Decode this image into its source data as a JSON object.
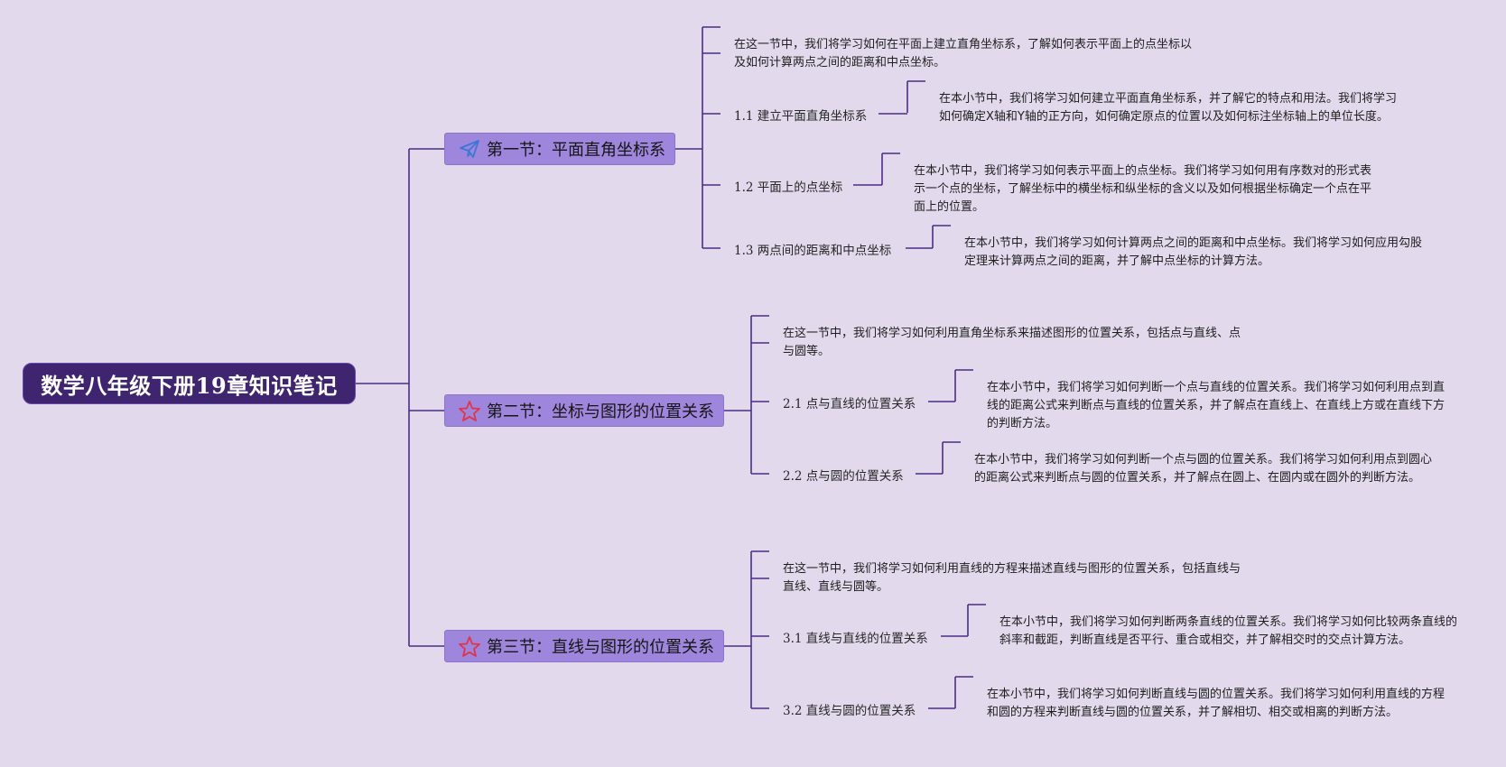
{
  "mindmap": {
    "root": {
      "title": "数学八年级下册19章知识笔记"
    },
    "sections": [
      {
        "title": "第一节：平面直角坐标系",
        "icon": "paper-plane-icon",
        "intro": "在这一节中，我们将学习如何在平面上建立直角坐标系，了解如何表示平面上的点坐标以及如何计算两点之间的距离和中点坐标。",
        "topics": [
          {
            "label": "1.1 建立平面直角坐标系",
            "detail": "在本小节中，我们将学习如何建立平面直角坐标系，并了解它的特点和用法。我们将学习如何确定X轴和Y轴的正方向，如何确定原点的位置以及如何标注坐标轴上的单位长度。"
          },
          {
            "label": "1.2 平面上的点坐标",
            "detail": "在本小节中，我们将学习如何表示平面上的点坐标。我们将学习如何用有序数对的形式表示一个点的坐标，了解坐标中的横坐标和纵坐标的含义以及如何根据坐标确定一个点在平面上的位置。"
          },
          {
            "label": "1.3 两点间的距离和中点坐标",
            "detail": "在本小节中，我们将学习如何计算两点之间的距离和中点坐标。我们将学习如何应用勾股定理来计算两点之间的距离，并了解中点坐标的计算方法。"
          }
        ]
      },
      {
        "title": "第二节：坐标与图形的位置关系",
        "icon": "star-icon",
        "intro": "在这一节中，我们将学习如何利用直角坐标系来描述图形的位置关系，包括点与直线、点与圆等。",
        "topics": [
          {
            "label": "2.1 点与直线的位置关系",
            "detail": "在本小节中，我们将学习如何判断一个点与直线的位置关系。我们将学习如何利用点到直线的距离公式来判断点与直线的位置关系，并了解点在直线上、在直线上方或在直线下方的判断方法。"
          },
          {
            "label": "2.2 点与圆的位置关系",
            "detail": "在本小节中，我们将学习如何判断一个点与圆的位置关系。我们将学习如何利用点到圆心的距离公式来判断点与圆的位置关系，并了解点在圆上、在圆内或在圆外的判断方法。"
          }
        ]
      },
      {
        "title": "第三节：直线与图形的位置关系",
        "icon": "star-icon",
        "intro": "在这一节中，我们将学习如何利用直线的方程来描述直线与图形的位置关系，包括直线与直线、直线与圆等。",
        "topics": [
          {
            "label": "3.1 直线与直线的位置关系",
            "detail": "在本小节中，我们将学习如何判断两条直线的位置关系。我们将学习如何比较两条直线的斜率和截距，判断直线是否平行、重合或相交，并了解相交时的交点计算方法。"
          },
          {
            "label": "3.2 直线与圆的位置关系",
            "detail": "在本小节中，我们将学习如何判断直线与圆的位置关系。我们将学习如何利用直线的方程和圆的方程来判断直线与圆的位置关系，并了解相切、相交或相离的判断方法。"
          }
        ]
      }
    ],
    "colors": {
      "background": "#e3d9ec",
      "root_fill": "#3f2570",
      "section_fill": "#9e86dc",
      "connector": "#4b2e83",
      "plane_icon": "#3a78d6",
      "star_icon": "#e0344a"
    }
  }
}
